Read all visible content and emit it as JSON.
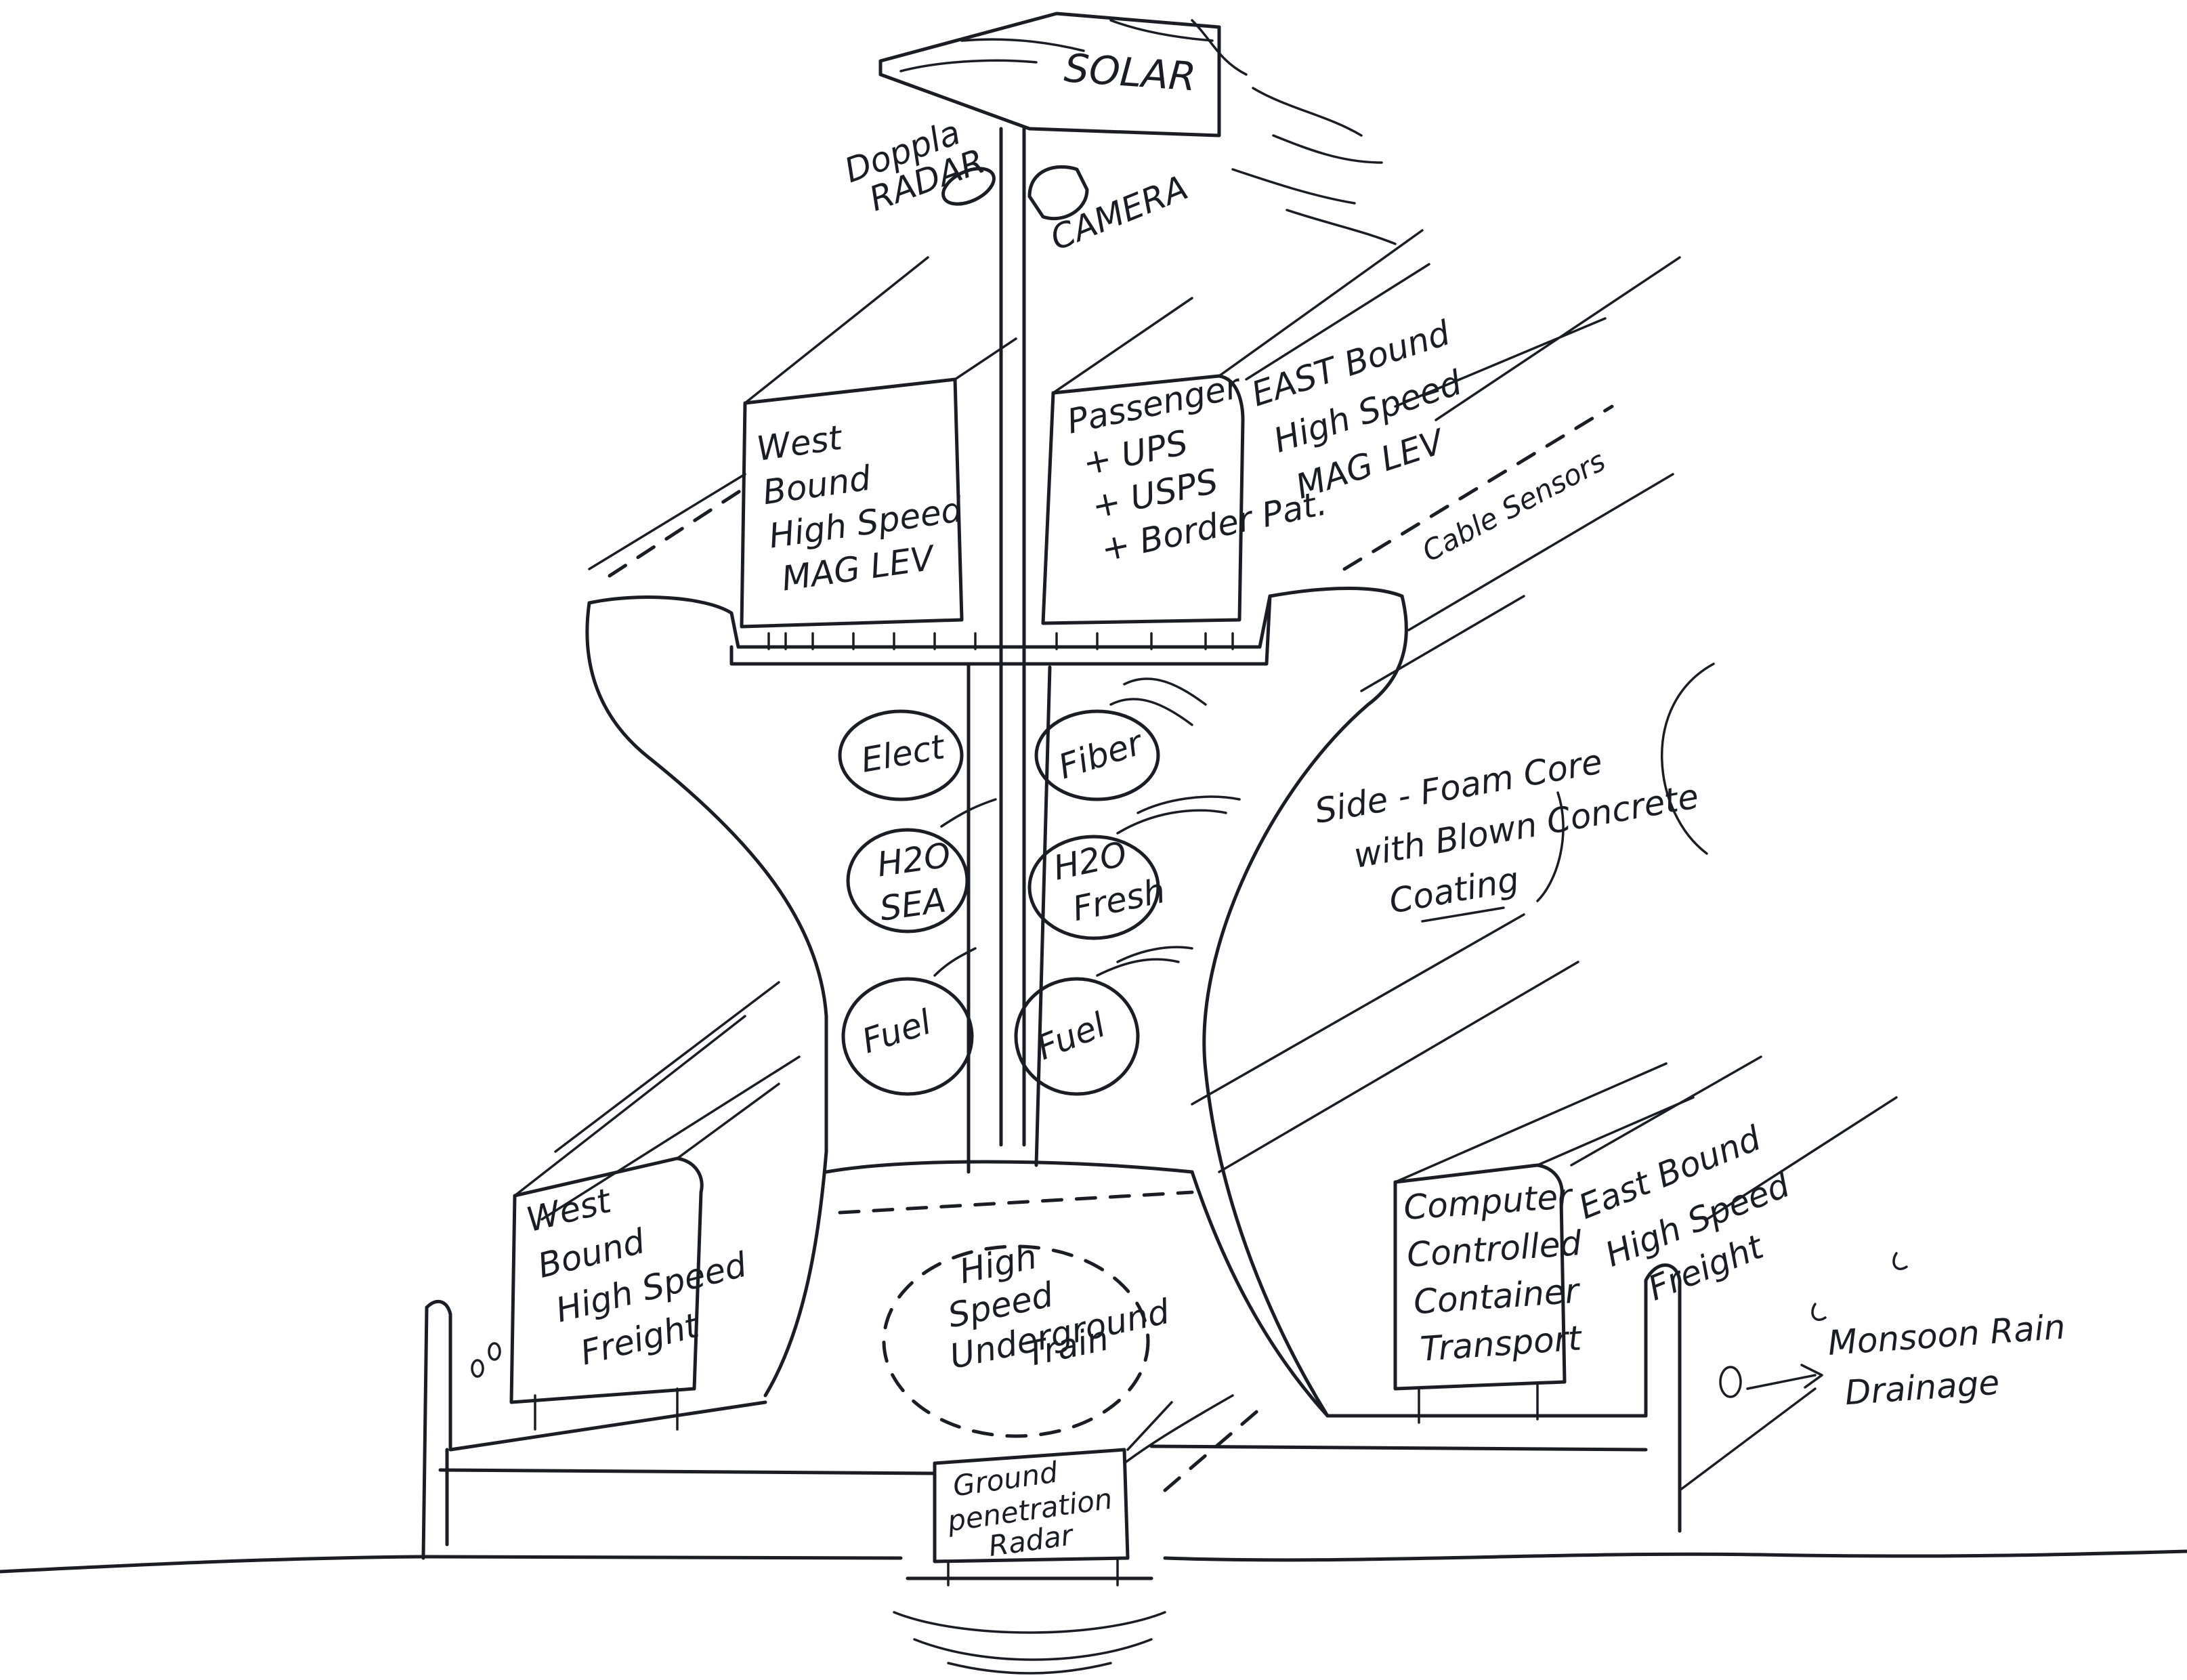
{
  "labels": {
    "solar": "SOLAR",
    "doppler_radar": [
      "Doppla",
      "RADAR"
    ],
    "camera": "CAMERA",
    "west_maglev": [
      "West",
      "Bound",
      "High Speed",
      "MAG LEV"
    ],
    "passenger_box": [
      "Passenger",
      "+ UPS",
      "+ USPS",
      "+ Border Pat."
    ],
    "east_maglev": [
      "EAST Bound",
      "High Speed",
      "MAG LEV"
    ],
    "cable_sensors": "Cable Sensors",
    "elect": "Elect",
    "fiber": "Fiber",
    "h2o_sea": [
      "H2O",
      "SEA"
    ],
    "h2o_fresh": [
      "H2O",
      "Fresh"
    ],
    "fuel_left": "Fuel",
    "fuel_right": "Fuel",
    "side_note": [
      "Side - Foam Core",
      "with Blown Concrete",
      "Coating"
    ],
    "west_freight": [
      "West",
      "Bound",
      "High Speed",
      "Freight"
    ],
    "computer_container": [
      "Computer",
      "Controlled",
      "Container",
      "Transport"
    ],
    "east_freight": [
      "East Bound",
      "High Speed",
      "Freight"
    ],
    "underground_train": [
      "High",
      "Speed",
      "Underground",
      "Train"
    ],
    "gpr": [
      "Ground",
      "penetration",
      "Radar"
    ],
    "monsoon": [
      "Monsoon Rain",
      "Drainage"
    ]
  },
  "colors": {
    "ink": "#1c1c24",
    "paper": "#ffffff"
  }
}
